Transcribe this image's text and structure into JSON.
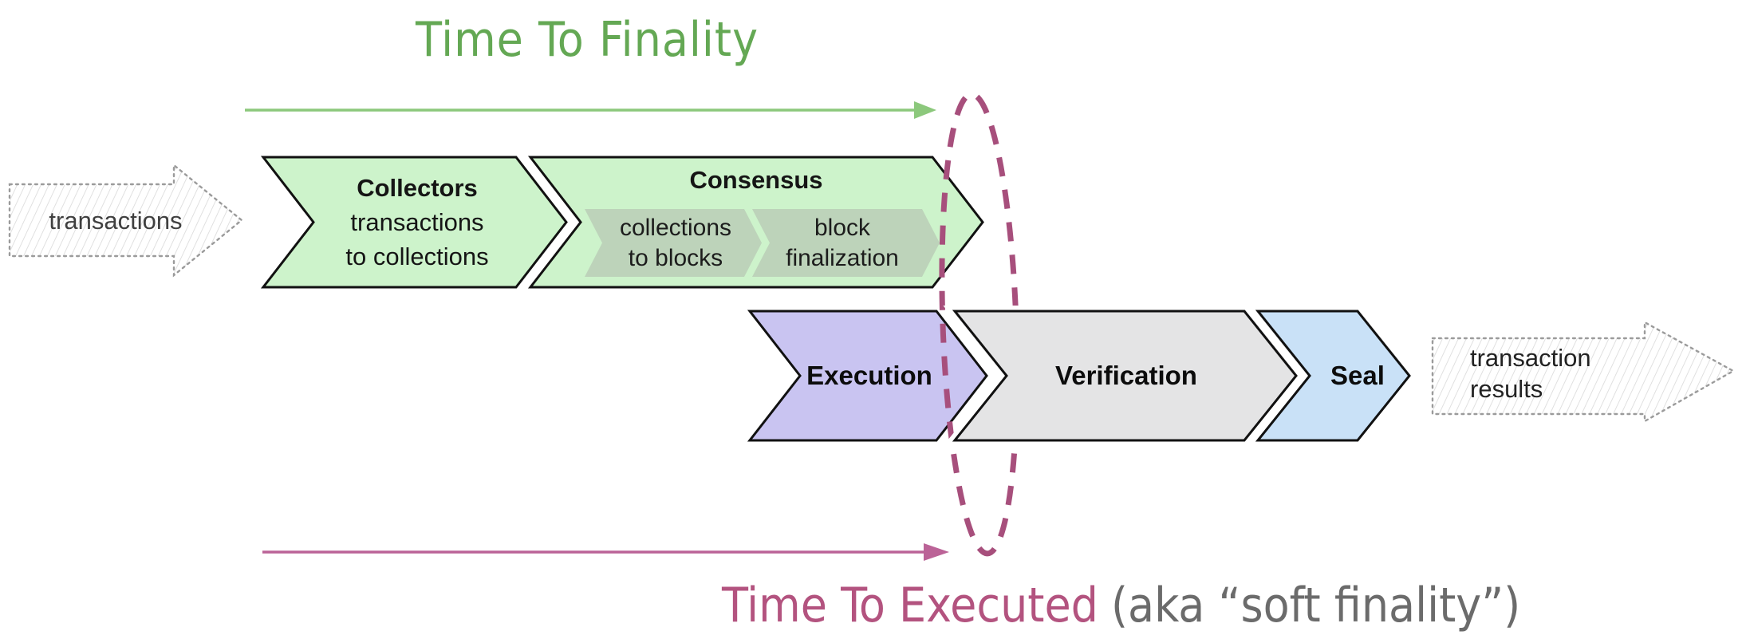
{
  "titles": {
    "finality": "Time To Finality",
    "executed": "Time To Executed",
    "executed_suffix": "(aka “soft finality”)"
  },
  "input_arrow": {
    "label": "transactions"
  },
  "output_arrow": {
    "line1": "transaction",
    "line2": "results"
  },
  "stages": {
    "collectors": {
      "title": "Collectors",
      "line1": "transactions",
      "line2": "to collections"
    },
    "consensus": {
      "title": "Consensus",
      "sub1_line1": "collections",
      "sub1_line2": "to blocks",
      "sub2_line1": "block",
      "sub2_line2": "finalization"
    },
    "execution": {
      "title": "Execution"
    },
    "verification": {
      "title": "Verification"
    },
    "seal": {
      "title": "Seal"
    }
  },
  "colors": {
    "green-title": "#64a854",
    "green-arrow": "#8cc87c",
    "green-fill": "#cdf3cb",
    "sub-fill": "#bdd3ba",
    "purple-fill": "#c9c4f1",
    "gray-fill": "#e4e4e5",
    "blue-fill": "#c9e1f7",
    "outline": "#111111",
    "magenta-arrow": "#bb6397",
    "maroon-dash": "#a74f7c",
    "magenta-title": "#b3537f",
    "gray-text": "#6b6b6b",
    "sketch-border": "#9b9b9b",
    "sketch-hatch": "#d9d9d9",
    "label-dark": "#3f3f3f"
  }
}
